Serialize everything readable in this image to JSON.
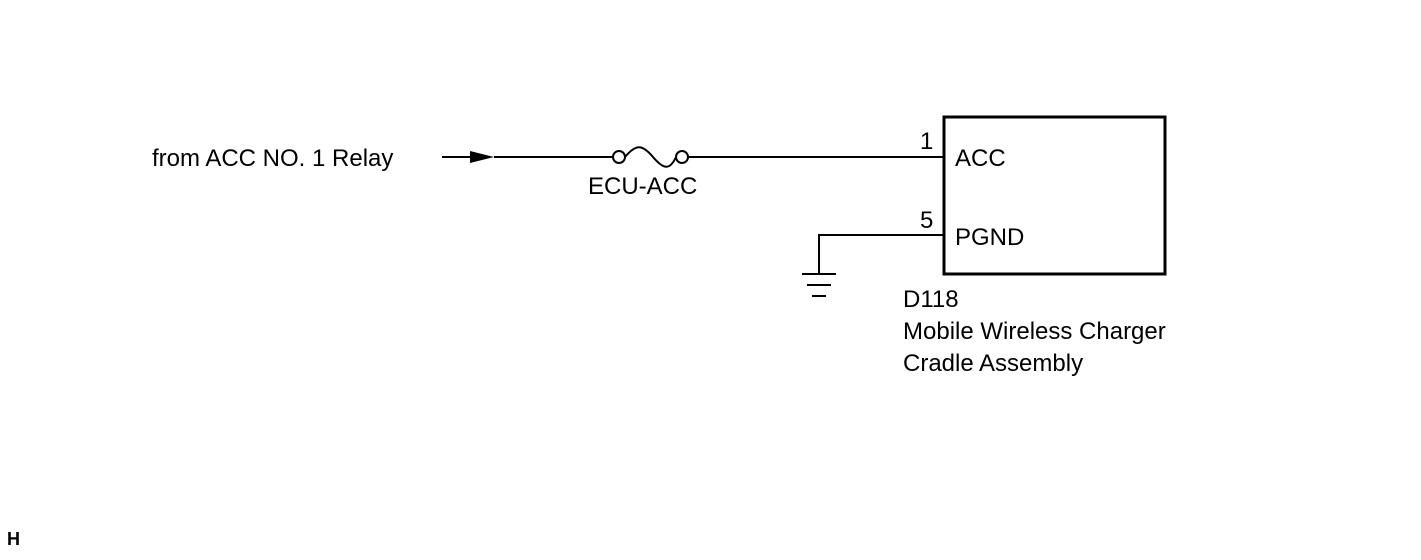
{
  "source": {
    "label": "from ACC NO. 1 Relay"
  },
  "fuse": {
    "label": "ECU-ACC"
  },
  "component": {
    "code": "D118",
    "name_line1": "Mobile Wireless Charger",
    "name_line2": "Cradle Assembly",
    "pins": [
      {
        "number": "1",
        "name": "ACC"
      },
      {
        "number": "5",
        "name": "PGND"
      }
    ]
  },
  "corner_mark": "H",
  "colors": {
    "line": "#000000",
    "background": "#ffffff"
  }
}
